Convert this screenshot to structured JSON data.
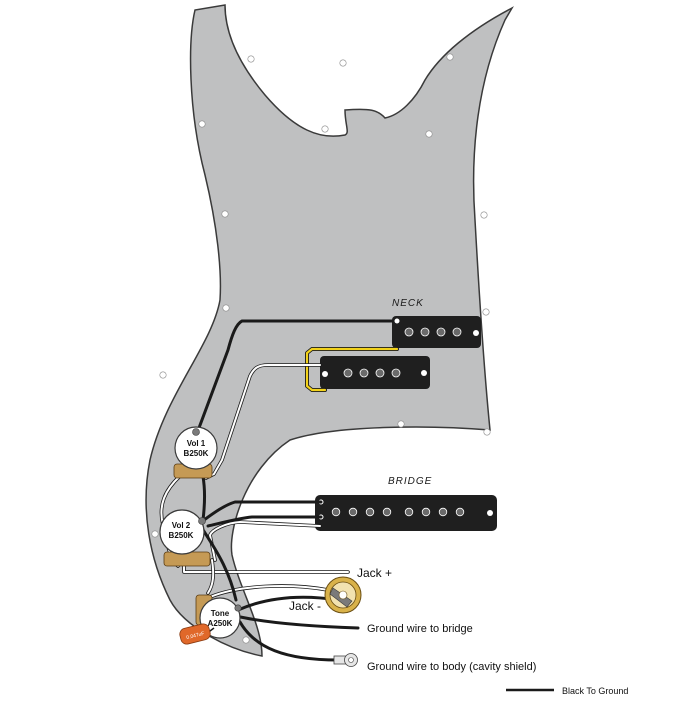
{
  "pickups": {
    "neck_label": "NECK",
    "bridge_label": "BRIDGE"
  },
  "controls": {
    "vol1_line1": "Vol 1",
    "vol1_line2": "B250K",
    "vol2_line1": "Vol 2",
    "vol2_line2": "B250K",
    "tone_line1": "Tone",
    "tone_line2": "A250K",
    "capacitor_label": "0.047uF"
  },
  "annotations": {
    "jack_plus": "Jack +",
    "jack_minus": "Jack -",
    "ground_bridge": "Ground wire to bridge",
    "ground_body": "Ground wire to body (cavity shield)"
  },
  "legend": {
    "black_label": "Black To Ground"
  },
  "colors": {
    "pickguard": "#bfc0c1",
    "pickup_body": "#1f1f1f",
    "wire_black": "#1a1a1a",
    "wire_white": "#ffffff",
    "wire_yellow": "#f2d21b",
    "capacitor": "#e0682a",
    "jack_gold": "#d9b24a"
  }
}
